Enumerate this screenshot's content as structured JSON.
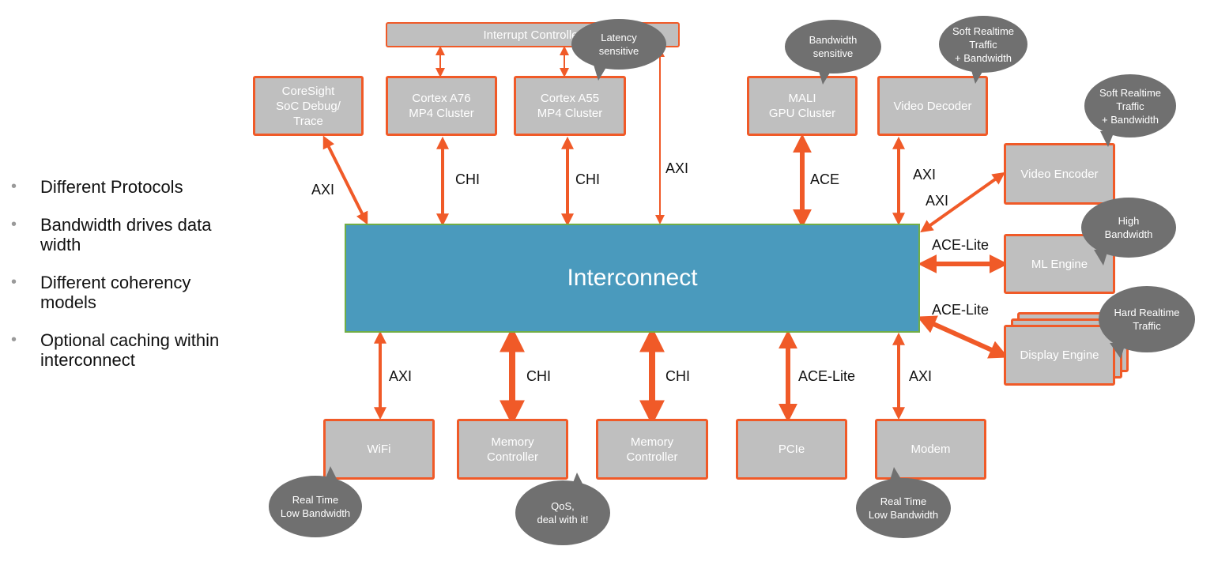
{
  "bullets": [
    "Different Protocols",
    "Bandwidth drives data\nwidth",
    "Different coherency\nmodels",
    "Optional caching within\ninterconnect"
  ],
  "interconnect": "Interconnect",
  "interrupt_controller": "Interrupt Controller",
  "top_boxes": {
    "coresight": "CoreSight\nSoC Debug/\nTrace",
    "a76": "Cortex A76\nMP4 Cluster",
    "a55": "Cortex A55\nMP4 Cluster",
    "mali": "MALI\nGPU Cluster",
    "video_decoder": "Video Decoder"
  },
  "right_boxes": {
    "video_encoder": "Video Encoder",
    "ml_engine": "ML Engine",
    "display_engine": "Display Engine"
  },
  "bottom_boxes": {
    "wifi": "WiFi",
    "mem1": "Memory\nController",
    "mem2": "Memory\nController",
    "pcie": "PCIe",
    "modem": "Modem"
  },
  "protocols": {
    "coresight": "AXI",
    "a76": "CHI",
    "a55": "CHI",
    "interrupt": "AXI",
    "mali": "ACE",
    "video_decoder": "AXI",
    "video_encoder": "AXI",
    "ml_engine": "ACE-Lite",
    "display_engine": "ACE-Lite",
    "wifi": "AXI",
    "mem1": "CHI",
    "mem2": "CHI",
    "pcie": "ACE-Lite",
    "modem": "AXI"
  },
  "bubbles": {
    "latency": "Latency\nsensitive",
    "bandwidth": "Bandwidth\nsensitive",
    "soft_decoder": "Soft Realtime\nTraffic\n+ Bandwidth",
    "soft_encoder": "Soft Realtime\nTraffic\n+ Bandwidth",
    "high_bw": "High\nBandwidth",
    "hard_rt": "Hard Realtime\nTraffic",
    "rt_wifi": "Real Time\nLow Bandwidth",
    "qos": "QoS,\ndeal with it!",
    "rt_modem": "Real Time\nLow Bandwidth"
  },
  "colors": {
    "accent": "#f05a28",
    "box_fill": "#bfbfbf",
    "interconnect": "#4a9abd",
    "bubble": "#707070"
  }
}
